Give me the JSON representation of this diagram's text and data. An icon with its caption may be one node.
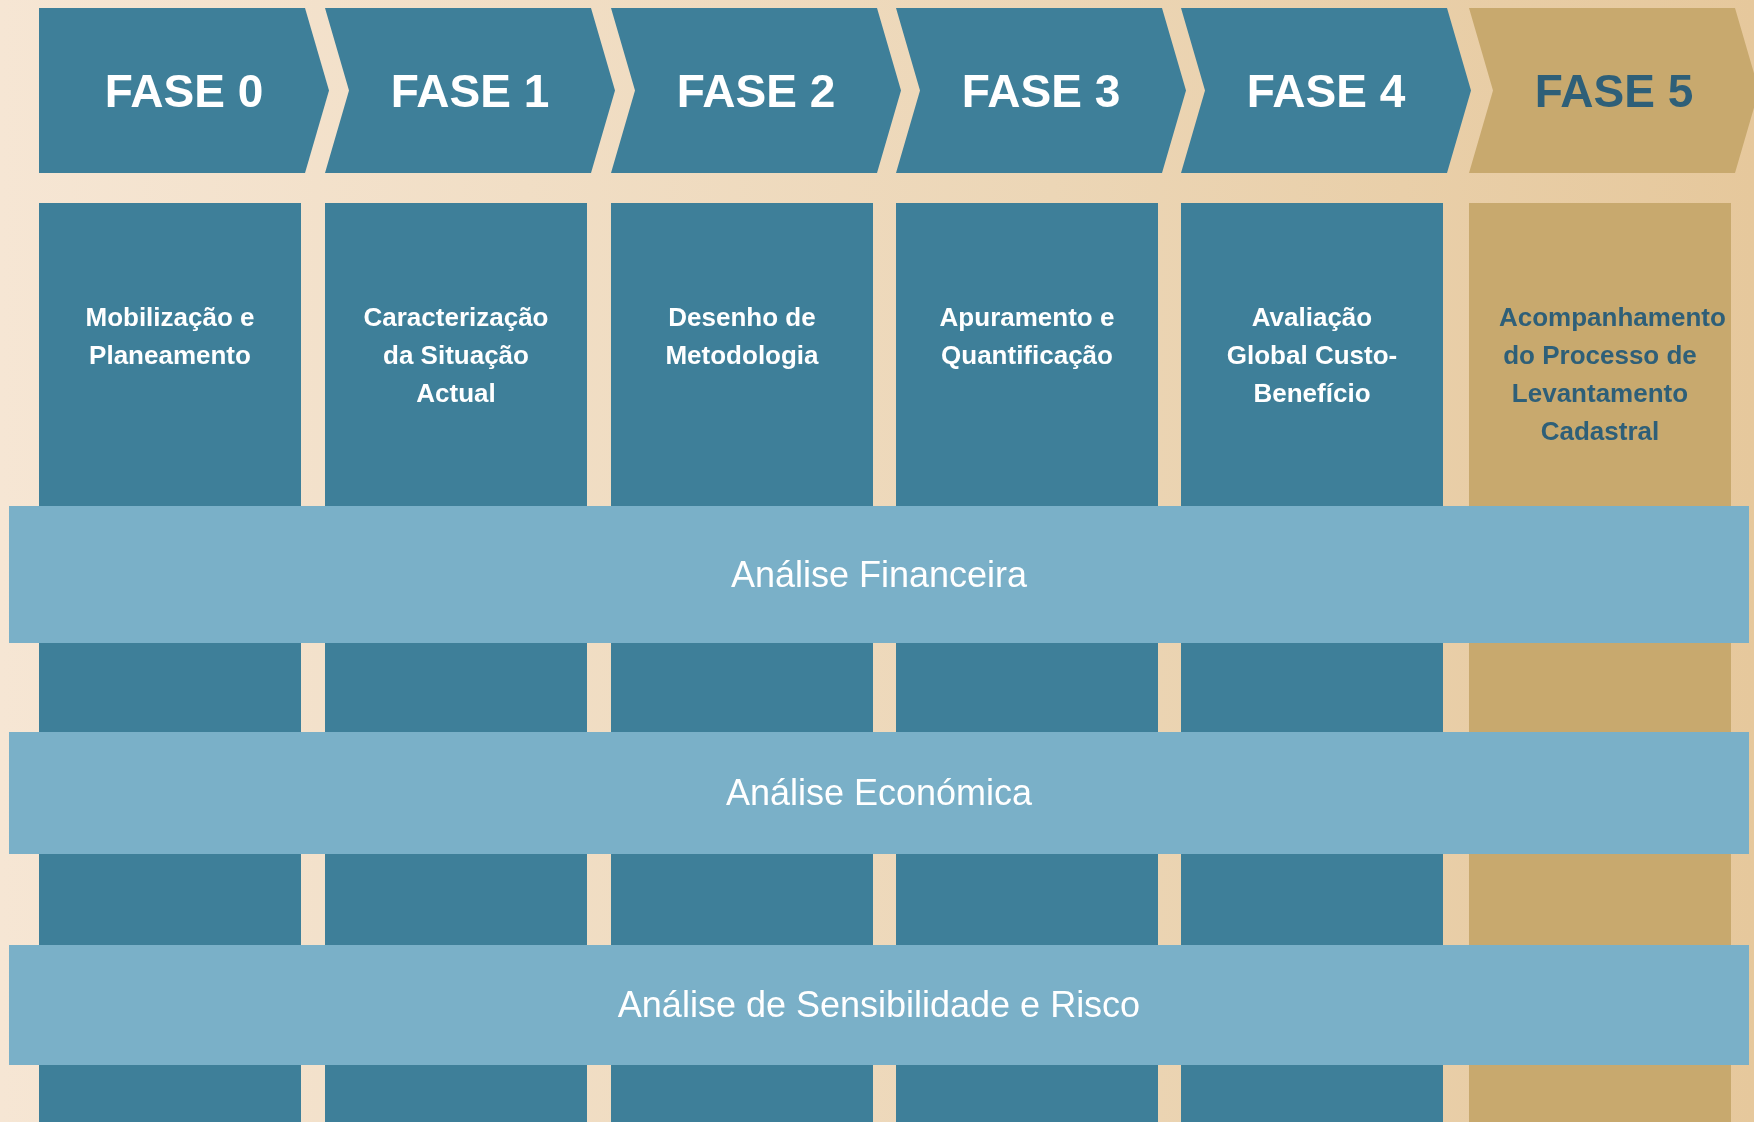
{
  "diagram": {
    "nodes": [
      {
        "text": [
          "FASE 0"
        ]
      },
      {
        "text": [
          "FASE 1"
        ]
      },
      {
        "text": [
          "FASE 2"
        ]
      },
      {
        "text": [
          "FASE 3"
        ]
      },
      {
        "text": [
          "FASE 4"
        ]
      },
      {
        "text": [
          "FASE 5"
        ]
      },
      {
        "text": [
          "Mobilização e Planeamento"
        ]
      },
      {
        "text": [
          "Caracterização da Situação Actual"
        ]
      },
      {
        "text": [
          "Desenho de Metodologia"
        ]
      },
      {
        "text": [
          "Apuramento e Quantificação"
        ]
      },
      {
        "text": [
          "Avaliação Global Custo-Benefício"
        ]
      },
      {
        "text": [
          "Acompanhamento do Processo de Levantamento Cadastral"
        ]
      },
      {
        "text": [
          "Análise Financeira"
        ]
      },
      {
        "text": [
          "Análise Económica"
        ]
      },
      {
        "text": [
          "Análise de Sensibilidade e Risco"
        ]
      }
    ],
    "edges": []
  }
}
